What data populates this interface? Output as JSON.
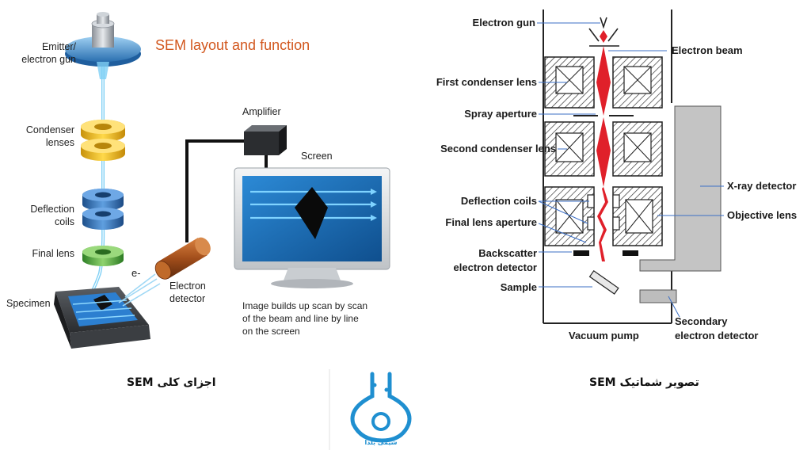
{
  "left_diagram": {
    "title": "SEM layout and function",
    "labels": {
      "emitter_line1": "Emitter/",
      "emitter_line2": "electron gun",
      "condenser_line1": "Condenser",
      "condenser_line2": "lenses",
      "deflection_line1": "Deflection",
      "deflection_line2": "coils",
      "final_lens": "Final lens",
      "specimen": "Specimen",
      "electron_symbol": "e-",
      "detector_line1": "Electron",
      "detector_line2": "detector",
      "amplifier": "Amplifier",
      "screen": "Screen",
      "scan_line1": "Image builds up scan by scan",
      "scan_line2": "of the beam and line by line",
      "scan_line3": "on the screen"
    },
    "caption": "اجزای کلی SEM"
  },
  "right_diagram": {
    "labels": {
      "electron_gun": "Electron gun",
      "electron_beam": "Electron beam",
      "first_condenser": "First condenser lens",
      "spray_aperture": "Spray aperture",
      "second_condenser": "Second condenser lens",
      "deflection_coils": "Deflection coils",
      "final_lens_aperture": "Final lens aperture",
      "backscatter_line1": "Backscatter",
      "backscatter_line2": "electron detector",
      "sample": "Sample",
      "vacuum_pump": "Vacuum pump",
      "xray_detector": "X-ray detector",
      "objective_lens": "Objective lens",
      "secondary_line1": "Secondary",
      "secondary_line2": "electron detector"
    },
    "caption": "تصویر شماتیک SEM"
  },
  "logo": {
    "text": "شیمی بلدا"
  },
  "colors": {
    "title_orange": "#d2571e",
    "beam_red": "#e0202a",
    "lens_yellow": "#e8b820",
    "coil_blue": "#2f6fb3",
    "final_lens_green": "#4caa3a",
    "detector_brown": "#9a4a1c",
    "screen_blue": "#1f6fb2",
    "logo_blue": "#1f8fd0"
  }
}
